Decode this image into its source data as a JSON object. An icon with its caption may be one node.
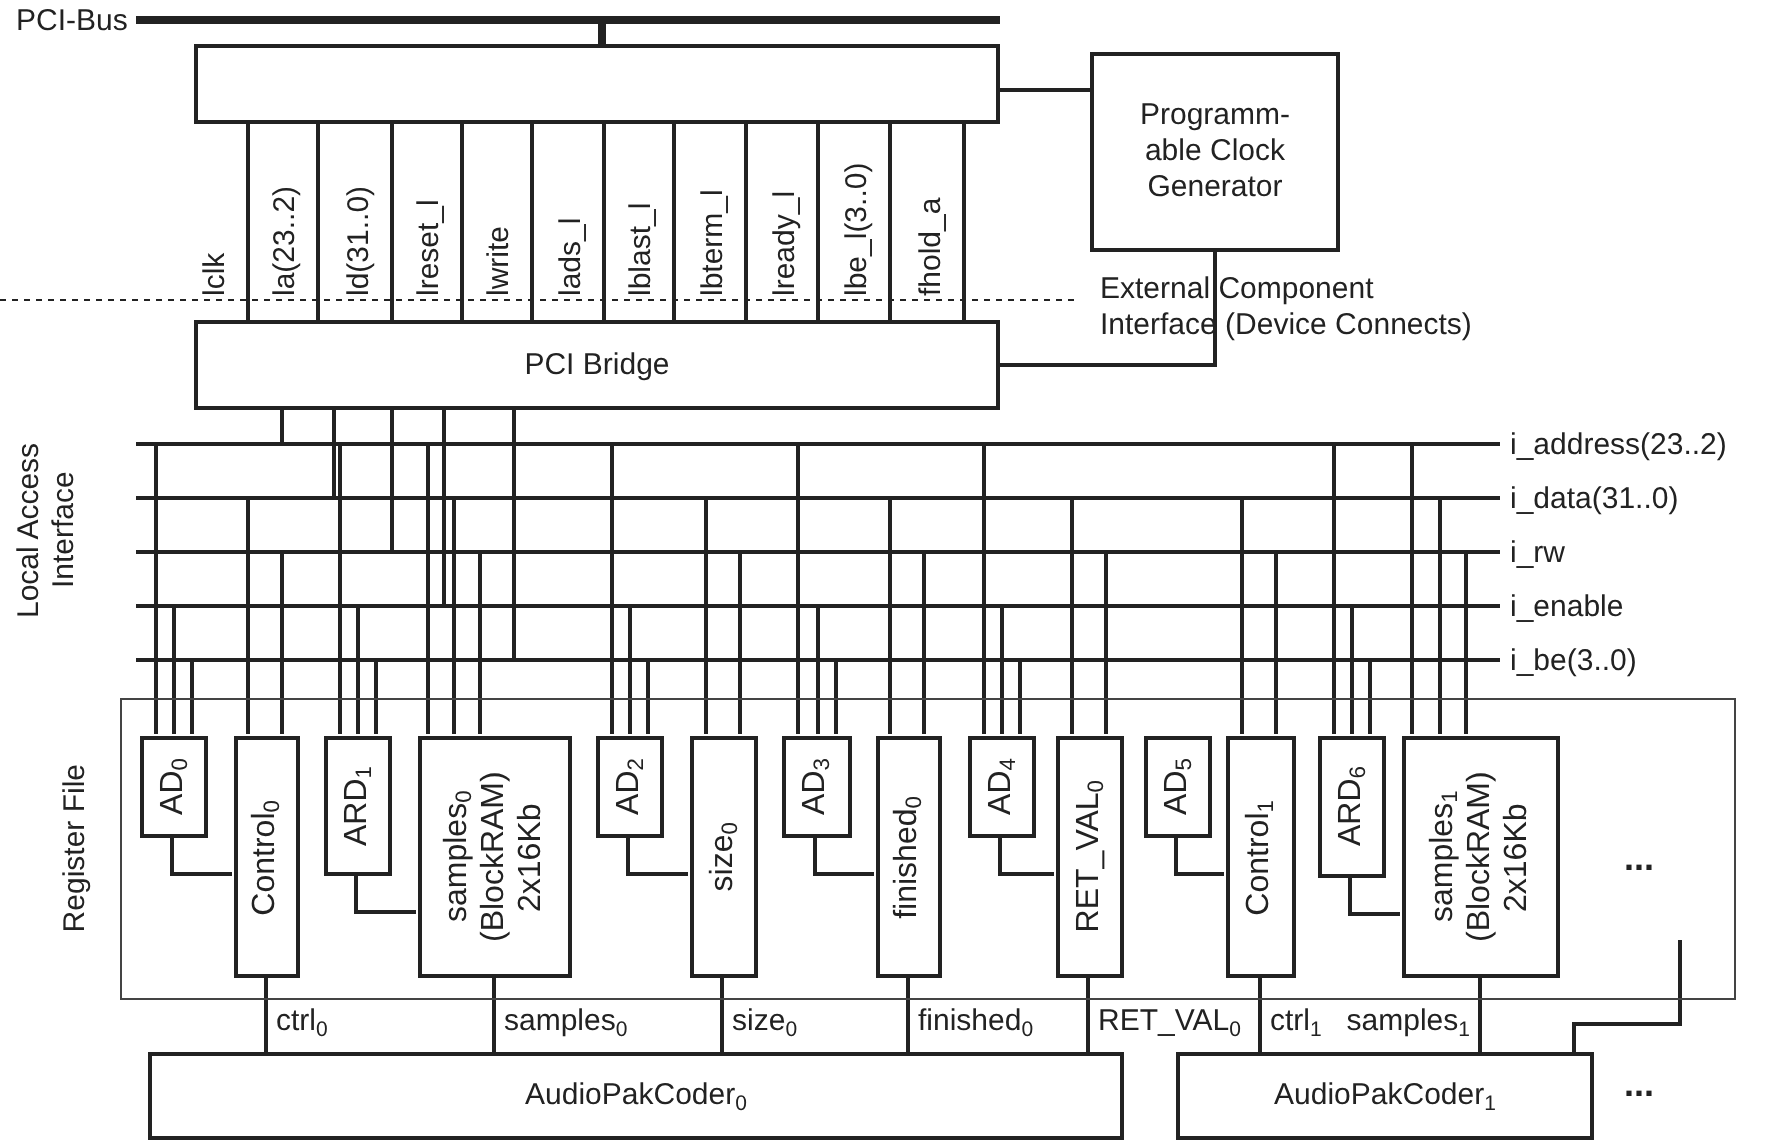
{
  "diagram": {
    "nodes": [
      {
        "text": [
          "PCI-Bus"
        ]
      },
      {
        "text": [],
        "shape": "box"
      },
      {
        "text": [
          "Programm- able Clock Generator"
        ]
      },
      {
        "text": [
          "PCI Bridge"
        ]
      },
      {
        "text": [
          "Register File"
        ]
      },
      {
        "text": [
          "AD$_{0}$"
        ],
        "in": 4
      },
      {
        "text": [
          "Control$_{0}$"
        ],
        "in": 4
      },
      {
        "text": [
          "ARD$_{1}$"
        ],
        "in": 4
      },
      {
        "text": [
          "samples$_{0}$ (BlockRAM) 2x16Kb"
        ],
        "in": 4
      },
      {
        "text": [
          "AD$_{2}$"
        ],
        "in": 4
      },
      {
        "text": [
          "size$_{0}$"
        ],
        "in": 4
      },
      {
        "text": [
          "AD$_{3}$"
        ],
        "in": 4
      },
      {
        "text": [
          "finished$_{0}$"
        ],
        "in": 4
      },
      {
        "text": [
          "AD$_{4}$"
        ],
        "in": 4
      },
      {
        "text": [
          "RET_VAL$_{0}$"
        ],
        "in": 4
      },
      {
        "text": [
          "AD$_{5}$"
        ],
        "in": 4
      },
      {
        "text": [
          "Control$_{1}$"
        ],
        "in": 4
      },
      {
        "text": [
          "ARD$_{6}$"
        ],
        "in": 4
      },
      {
        "text": [
          "samples$_{1}$ (BlockRAM) 2x16Kb"
        ],
        "in": 4
      },
      {
        "text": [
          "AudioPakCoder$_{0}$"
        ]
      },
      {
        "text": [
          "AudioPakCoder$_{1}$"
        ],
        "beside": [
          "..."
        ]
      },
      {
        "text": [
          "i_address(23..2)"
        ]
      },
      {
        "text": [
          "i_data(31..0)"
        ]
      },
      {
        "text": [
          "i_rw"
        ]
      },
      {
        "text": [
          "i_enable"
        ]
      },
      {
        "text": [
          "i_be(3..0)"
        ]
      }
    ],
    "edges": [
      {
        "from": 0,
        "to": 1,
        "arrow": "none",
        "style": "thick"
      },
      {
        "from": 1,
        "to": 2,
        "arrow": "none"
      },
      {
        "from": 2,
        "to": 3,
        "arrow": "none"
      },
      {
        "from": 1,
        "to": 3,
        "arrow": "none",
        "label": "lclk"
      },
      {
        "from": 1,
        "to": 3,
        "arrow": "none",
        "label": "la(23..2)"
      },
      {
        "from": 1,
        "to": 3,
        "arrow": "none",
        "label": "ld(31..0)"
      },
      {
        "from": 1,
        "to": 3,
        "arrow": "none",
        "label": "lreset_l"
      },
      {
        "from": 1,
        "to": 3,
        "arrow": "none",
        "label": "lwrite"
      },
      {
        "from": 1,
        "to": 3,
        "arrow": "none",
        "label": "lads_l"
      },
      {
        "from": 1,
        "to": 3,
        "arrow": "none",
        "label": "lblast_l"
      },
      {
        "from": 1,
        "to": 3,
        "arrow": "none",
        "label": "lbterm_l"
      },
      {
        "from": 1,
        "to": 3,
        "arrow": "none",
        "label": "lready_l"
      },
      {
        "from": 1,
        "to": 3,
        "arrow": "none",
        "label": "lbe_l(3..0)"
      },
      {
        "from": 1,
        "to": 3,
        "arrow": "none",
        "label": "fhold_a"
      },
      {
        "from": 5,
        "to": 6,
        "arrow": "none"
      },
      {
        "from": 7,
        "to": 8,
        "arrow": "none"
      },
      {
        "from": 9,
        "to": 10,
        "arrow": "none"
      },
      {
        "from": 11,
        "to": 12,
        "arrow": "none"
      },
      {
        "from": 13,
        "to": 14,
        "arrow": "none"
      },
      {
        "from": 15,
        "to": 16,
        "arrow": "none"
      },
      {
        "from": 17,
        "to": 18,
        "arrow": "none"
      },
      {
        "from": 6,
        "to": 19,
        "arrow": "none",
        "label": "ctrl$_{0}$"
      },
      {
        "from": 8,
        "to": 19,
        "arrow": "none",
        "label": "samples$_{0}$"
      },
      {
        "from": 10,
        "to": 19,
        "arrow": "none",
        "label": "size$_{0}$"
      },
      {
        "from": 12,
        "to": 19,
        "arrow": "none",
        "label": "finished$_{0}$"
      },
      {
        "from": 14,
        "to": 19,
        "arrow": "none",
        "label": "RET_VAL$_{0}$"
      },
      {
        "from": 16,
        "to": 20,
        "arrow": "none",
        "label": "ctrl$_{1}$"
      },
      {
        "from": 18,
        "to": 20,
        "arrow": "none",
        "label": "samples$_{1}$"
      },
      {
        "from": null,
        "to": 20,
        "arrow": "none"
      },
      {
        "from": 3,
        "to": 21,
        "arrow": "none"
      },
      {
        "from": 3,
        "to": 22,
        "arrow": "none"
      },
      {
        "from": 3,
        "to": 23,
        "arrow": "none"
      },
      {
        "from": 3,
        "to": 24,
        "arrow": "none"
      },
      {
        "from": 3,
        "to": 25,
        "arrow": "none"
      },
      {
        "from": 21,
        "to": 5,
        "arrow": "none"
      },
      {
        "from": 24,
        "to": 5,
        "arrow": "none"
      },
      {
        "from": 25,
        "to": 5,
        "arrow": "none"
      },
      {
        "from": 22,
        "to": 6,
        "arrow": "none"
      },
      {
        "from": 23,
        "to": 6,
        "arrow": "none"
      },
      {
        "from": 21,
        "to": 7,
        "arrow": "none"
      },
      {
        "from": 24,
        "to": 7,
        "arrow": "none"
      },
      {
        "from": 25,
        "to": 7,
        "arrow": "none"
      },
      {
        "from": 21,
        "to": 8,
        "arrow": "none"
      },
      {
        "from": 22,
        "to": 8,
        "arrow": "none"
      },
      {
        "from": 23,
        "to": 8,
        "arrow": "none"
      },
      {
        "from": 21,
        "to": 9,
        "arrow": "none"
      },
      {
        "from": 24,
        "to": 9,
        "arrow": "none"
      },
      {
        "from": 25,
        "to": 9,
        "arrow": "none"
      },
      {
        "from": 22,
        "to": 10,
        "arrow": "none"
      },
      {
        "from": 23,
        "to": 10,
        "arrow": "none"
      },
      {
        "from": 21,
        "to": 11,
        "arrow": "none"
      },
      {
        "from": 24,
        "to": 11,
        "arrow": "none"
      },
      {
        "from": 25,
        "to": 11,
        "arrow": "none"
      },
      {
        "from": 22,
        "to": 12,
        "arrow": "none"
      },
      {
        "from": 23,
        "to": 12,
        "arrow": "none"
      },
      {
        "from": 21,
        "to": 13,
        "arrow": "none"
      },
      {
        "from": 24,
        "to": 13,
        "arrow": "none"
      },
      {
        "from": 25,
        "to": 13,
        "arrow": "none"
      },
      {
        "from": 22,
        "to": 14,
        "arrow": "none"
      },
      {
        "from": 23,
        "to": 14,
        "arrow": "none"
      },
      {
        "from": 22,
        "to": 16,
        "arrow": "none"
      },
      {
        "from": 23,
        "to": 16,
        "arrow": "none"
      },
      {
        "from": 21,
        "to": 17,
        "arrow": "none"
      },
      {
        "from": 24,
        "to": 17,
        "arrow": "none"
      },
      {
        "from": 25,
        "to": 17,
        "arrow": "none"
      },
      {
        "from": 21,
        "to": 18,
        "arrow": "none"
      },
      {
        "from": 22,
        "to": 18,
        "arrow": "none"
      },
      {
        "from": 23,
        "to": 18,
        "arrow": "none"
      }
    ],
    "labels": [
      "External Component Interface (Device Connects)",
      "Local Access Interface",
      "..."
    ]
  }
}
